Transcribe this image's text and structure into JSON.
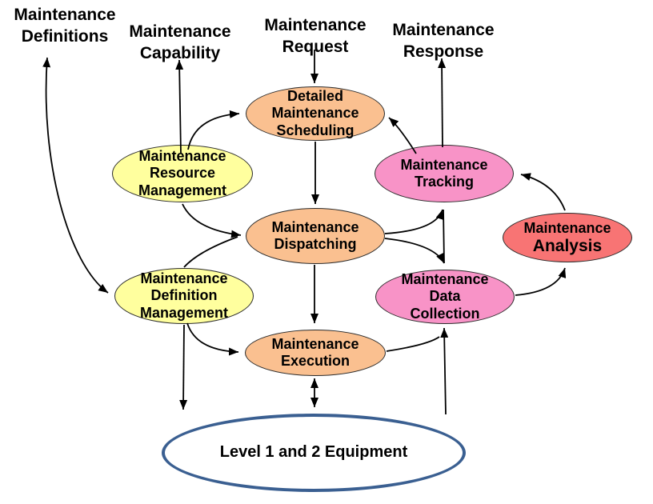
{
  "diagram": {
    "kind": "maintenance-operations-activity-model",
    "colors": {
      "activity_orange": "#FAC090",
      "activity_yellow": "#FFFF9E",
      "activity_pink": "#F893C7",
      "activity_red": "#F87474",
      "equipment_border_blue": "#3A5F91",
      "arrow_black": "#000000"
    },
    "top_labels": {
      "definitions": "Maintenance\nDefinitions",
      "capability": "Maintenance\nCapability",
      "request": "Maintenance\nRequest",
      "response": "Maintenance\nResponse"
    },
    "nodes": {
      "scheduling": {
        "label": "Detailed\nMaintenance\nScheduling",
        "fill": "#FAC090"
      },
      "resource": {
        "label": "Maintenance\nResource\nManagement",
        "fill": "#FFFF9E"
      },
      "tracking": {
        "label": "Maintenance\nTracking",
        "fill": "#F893C7"
      },
      "dispatching": {
        "label": "Maintenance\nDispatching",
        "fill": "#FAC090"
      },
      "analysis": {
        "line1": "Maintenance",
        "line2": "Analysis",
        "fill": "#F87474"
      },
      "definition": {
        "label": "Maintenance\nDefinition\nManagement",
        "fill": "#FFFF9E"
      },
      "data_collection": {
        "label": "Maintenance\nData\nCollection",
        "fill": "#F893C7"
      },
      "execution": {
        "label": "Maintenance\nExecution",
        "fill": "#FAC090"
      },
      "equipment": {
        "label": "Level 1 and 2 Equipment",
        "fill": "#FFFFFF",
        "border": "#3A5F91"
      }
    },
    "edges": [
      {
        "from": "maintenance-definition-management",
        "to": "maintenance-definitions-label",
        "double_headed": true
      },
      {
        "from": "maintenance-resource-management",
        "to": "maintenance-capability-label"
      },
      {
        "from": "maintenance-request-label",
        "to": "detailed-maintenance-scheduling"
      },
      {
        "from": "maintenance-tracking",
        "to": "maintenance-response-label"
      },
      {
        "from": "maintenance-resource-management",
        "to": "detailed-maintenance-scheduling"
      },
      {
        "from": "maintenance-tracking",
        "to": "detailed-maintenance-scheduling"
      },
      {
        "from": "maintenance-resource-management",
        "to": "maintenance-dispatching"
      },
      {
        "from": "maintenance-definition-management",
        "to": "maintenance-dispatching"
      },
      {
        "from": "detailed-maintenance-scheduling",
        "to": "maintenance-dispatching"
      },
      {
        "from": "maintenance-dispatching",
        "to": "maintenance-execution"
      },
      {
        "from": "maintenance-dispatching",
        "to": "maintenance-tracking"
      },
      {
        "from": "maintenance-dispatching",
        "to": "maintenance-data-collection"
      },
      {
        "from": "maintenance-analysis",
        "to": "maintenance-tracking"
      },
      {
        "from": "maintenance-data-collection",
        "to": "maintenance-analysis"
      },
      {
        "from": "maintenance-execution",
        "to": "maintenance-data-collection"
      },
      {
        "from": "level-1-and-2-equipment",
        "to": "maintenance-data-collection"
      },
      {
        "from": "maintenance-definition-management",
        "to": "maintenance-execution"
      },
      {
        "from": "maintenance-definition-management",
        "to": "level-1-and-2-equipment"
      },
      {
        "from": "maintenance-execution",
        "to": "level-1-and-2-equipment",
        "double_headed": true
      }
    ]
  }
}
